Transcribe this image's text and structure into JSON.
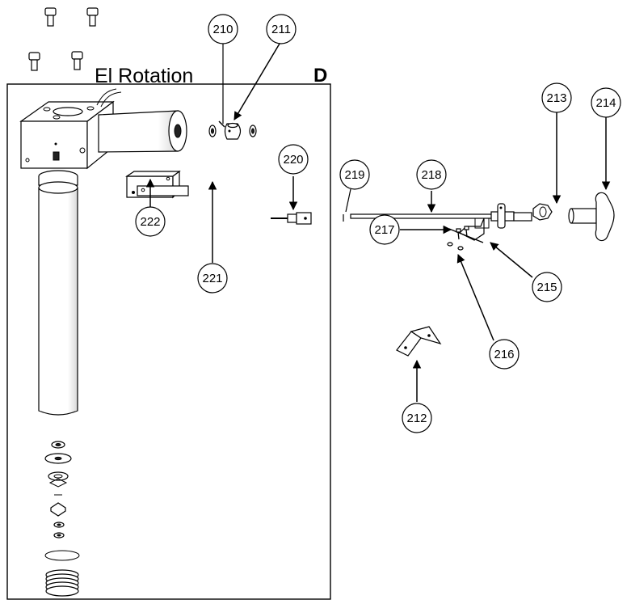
{
  "title": "El Rotation",
  "panel_letter": "D",
  "callouts": [
    {
      "id": "210",
      "label": "210"
    },
    {
      "id": "211",
      "label": "211"
    },
    {
      "id": "213",
      "label": "213"
    },
    {
      "id": "214",
      "label": "214"
    },
    {
      "id": "220",
      "label": "220"
    },
    {
      "id": "219",
      "label": "219"
    },
    {
      "id": "218",
      "label": "218"
    },
    {
      "id": "217",
      "label": "217"
    },
    {
      "id": "215",
      "label": "215"
    },
    {
      "id": "216",
      "label": "216"
    },
    {
      "id": "212",
      "label": "212"
    },
    {
      "id": "222",
      "label": "222"
    },
    {
      "id": "221",
      "label": "221"
    }
  ]
}
